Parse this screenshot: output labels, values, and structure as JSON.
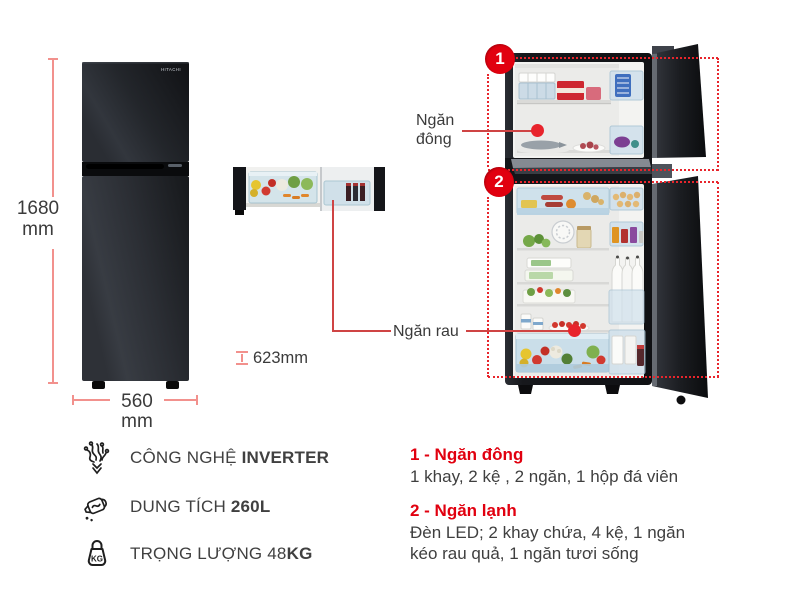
{
  "colors": {
    "accent_red": "#e1000f",
    "dotted_red": "#e8252c",
    "connector_red": "#cf4444",
    "dim_line": "#f2918d",
    "text_dark": "#3f3f3f"
  },
  "left_fridge": {
    "brand": "HITACHI",
    "height_value": "1680",
    "height_unit": "mm",
    "width_value": "560",
    "width_unit": "mm"
  },
  "depth_dim": {
    "label": "623mm"
  },
  "callouts": {
    "badge_1": "1",
    "badge_2": "2",
    "freezer_label_line1": "Ngăn",
    "freezer_label_line2": "đông",
    "vegetable_label": "Ngăn rau"
  },
  "specs": {
    "kg_icon_text": "KG",
    "rows": [
      {
        "icon": "inverter-icon",
        "text": "CÔNG NGHỆ ",
        "bold": "INVERTER"
      },
      {
        "icon": "capacity-icon",
        "text": "DUNG TÍCH ",
        "bold": "260L"
      },
      {
        "icon": "weight-icon",
        "text": "TRỌNG LƯỢNG 48",
        "bold": "KG"
      }
    ]
  },
  "compartments": [
    {
      "heading": "1 - Ngăn đông",
      "lines": [
        "1 khay, 2 kệ , 2 ngăn, 1 hộp đá viên"
      ]
    },
    {
      "heading": "2 - Ngăn lạnh",
      "lines": [
        "Đèn LED; 2 khay chứa, 4 kệ, 1 ngăn",
        "kéo rau quả, 1 ngăn tươi sống"
      ]
    }
  ]
}
